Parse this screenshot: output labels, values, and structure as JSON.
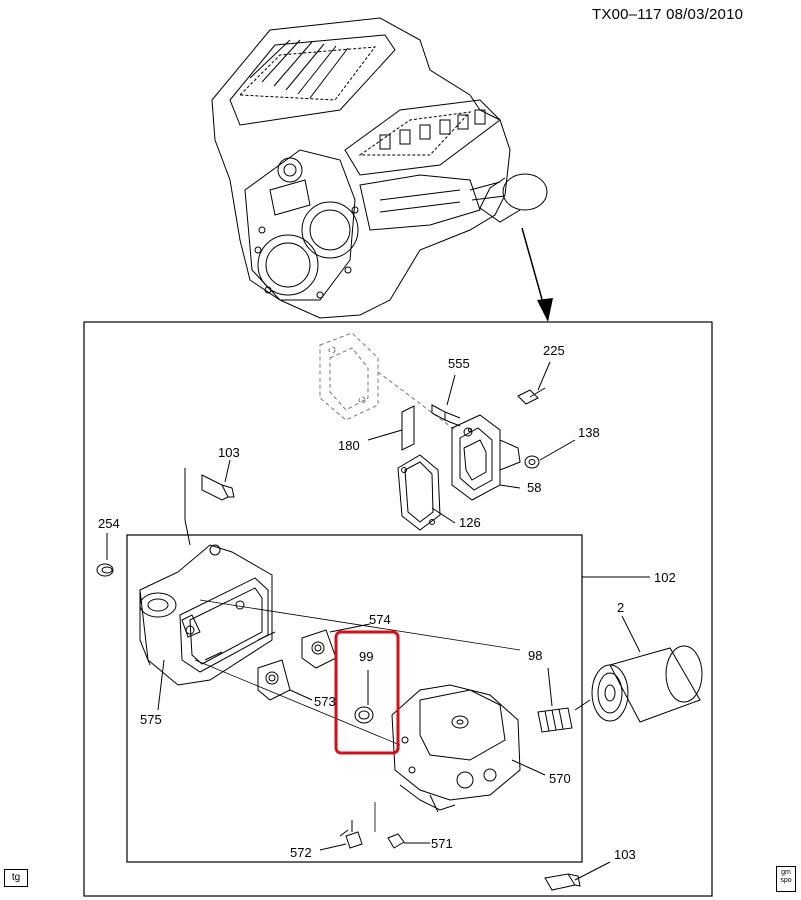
{
  "header": {
    "doc_ref": "TX00–117  08/03/2010"
  },
  "footer": {
    "tg": "tg",
    "logo": "gm spo"
  },
  "callouts": {
    "c555": "555",
    "c225": "225",
    "c138": "138",
    "c180": "180",
    "c58": "58",
    "c103a": "103",
    "c126": "126",
    "c254": "254",
    "c102": "102",
    "c574": "574",
    "c2": "2",
    "c99": "99",
    "c98": "98",
    "c575": "575",
    "c573": "573",
    "c570": "570",
    "c572": "572",
    "c571": "571",
    "c103b": "103"
  },
  "colors": {
    "line": "#000000",
    "highlight": "#d0101a",
    "background": "#ffffff"
  }
}
